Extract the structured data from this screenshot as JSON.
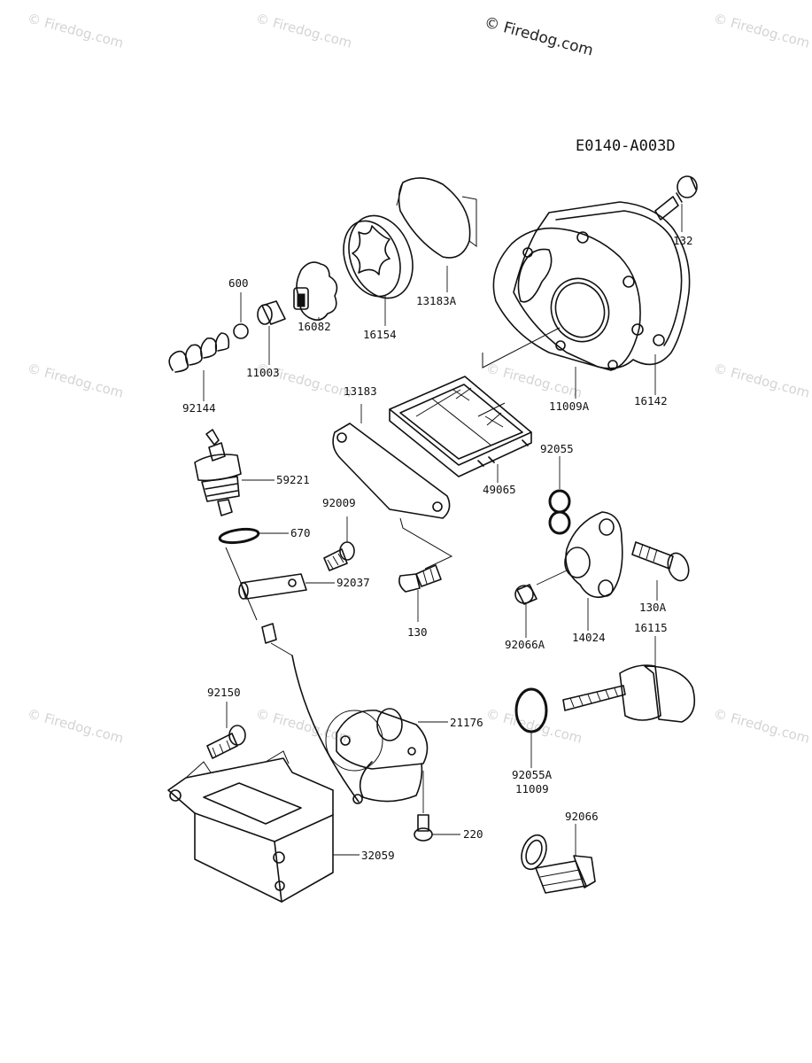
{
  "watermarks": {
    "top": "© Firedog.com",
    "tile": "© Firedog.com"
  },
  "diagram_code": "E0140-A003D",
  "parts": {
    "p132": "132",
    "p13183A": "13183A",
    "p600": "600",
    "p16154": "16154",
    "p16082": "16082",
    "p11003": "11003",
    "p92144": "92144",
    "p11009A": "11009A",
    "p16142": "16142",
    "p13183": "13183",
    "p59221": "59221",
    "p49065": "49065",
    "p92055": "92055",
    "p92009": "92009",
    "p670": "670",
    "p92037": "92037",
    "p130": "130",
    "p130A": "130A",
    "p92066A": "92066A",
    "p14024": "14024",
    "p16115": "16115",
    "p92150": "92150",
    "p21176": "21176",
    "p92055A": "92055A",
    "p11009": "11009",
    "p220": "220",
    "p92066": "92066",
    "p32059": "32059"
  }
}
